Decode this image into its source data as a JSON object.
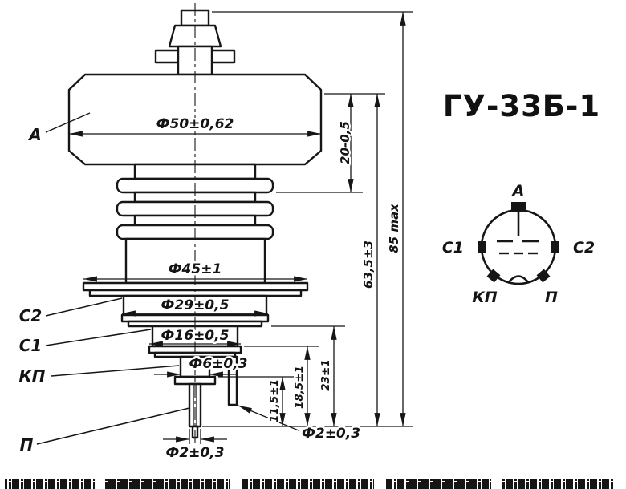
{
  "title": "ГУ-33Б-1",
  "drawing": {
    "part_labels": {
      "anode": "A",
      "grid2": "C2",
      "grid1": "C1",
      "cathode_lead": "КП",
      "heater_lead": "П"
    },
    "dimensions": {
      "anode_diameter": "Ф50±0,62",
      "insulator_diameter": "Ф45±1",
      "grid2_ring_diameter": "Ф29±0,5",
      "grid1_ring_diameter": "Ф16±0,5",
      "cathode_ring_diameter": "Ф6±0,3",
      "center_pin_diameter": "Ф2±0,3",
      "side_pin_diameter": "Ф2±0,3",
      "anode_height": "20-0,5",
      "envelope_height": "63,5±3",
      "overall_height": "85 max",
      "height_23": "23±1",
      "height_18_5": "18,5±1",
      "height_11_5": "11,5±1"
    }
  },
  "pinout": {
    "anode": "A",
    "grid1": "C1",
    "grid2": "C2",
    "cathode": "КП",
    "heater": "П"
  }
}
